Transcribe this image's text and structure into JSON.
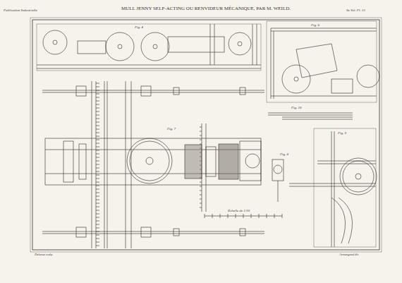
{
  "diagram": {
    "title": "MULL JENNY SELF-ACTING OU RENVIDEUR MÉCANIQUE, PAR M. WEILD.",
    "labels": [
      "Publication Industrielle",
      "9e Vol. Pl. 13",
      "Fig. 4",
      "Fig. 6",
      "Fig. 7",
      "Fig. 10",
      "Fig. 8",
      "Fig. 9",
      "Échelle de 1/10",
      "Delarue sculp.",
      "Armengaud dir."
    ]
  }
}
